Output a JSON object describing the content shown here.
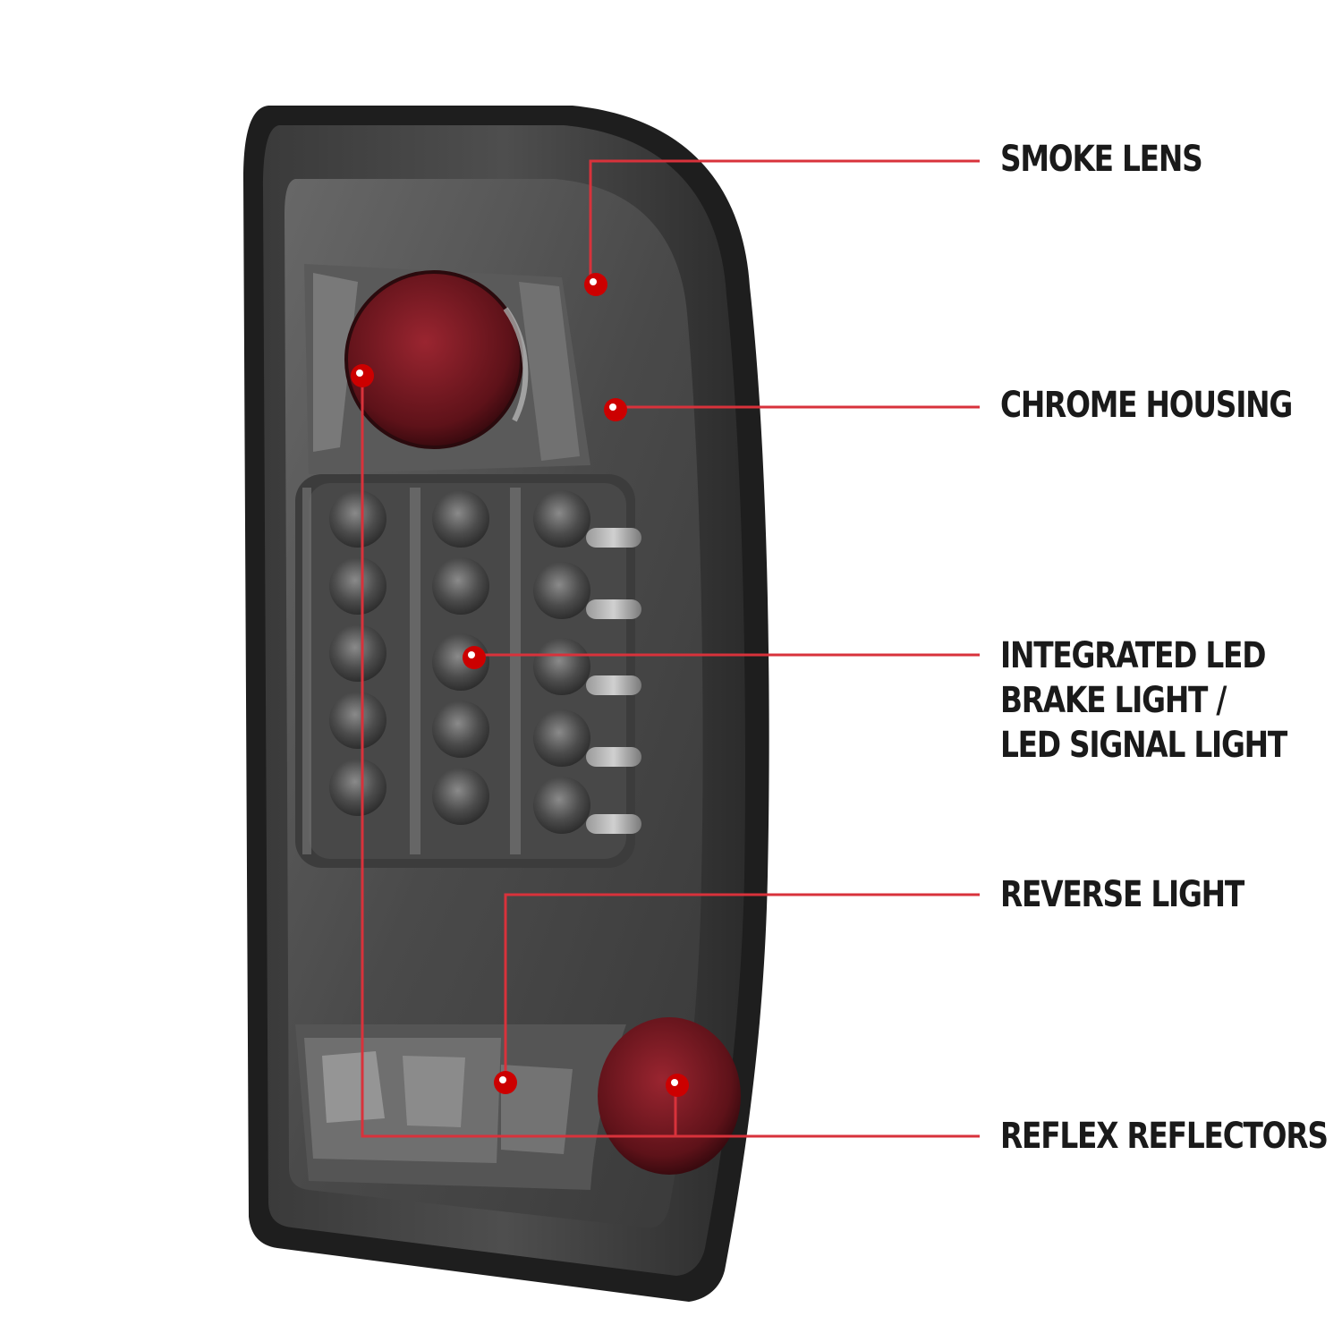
{
  "colors": {
    "background": "#ffffff",
    "leader_line": "#d8323b",
    "marker_dot": "#cc0000",
    "housing_dark": "#2a2a2a",
    "lens_smoke": "#555555",
    "reflector_red": "#7a1a22",
    "label_text": "#1a1a1a"
  },
  "callouts": [
    {
      "id": "smoke-lens",
      "lines": [
        "SMOKE LENS"
      ]
    },
    {
      "id": "chrome-housing",
      "lines": [
        "CHROME HOUSING"
      ]
    },
    {
      "id": "integrated-led",
      "lines": [
        "INTEGRATED LED",
        "BRAKE LIGHT /",
        "LED SIGNAL LIGHT"
      ]
    },
    {
      "id": "reverse-light",
      "lines": [
        "REVERSE LIGHT"
      ]
    },
    {
      "id": "reflex-reflectors",
      "lines": [
        "REFLEX REFLECTORS"
      ]
    }
  ]
}
